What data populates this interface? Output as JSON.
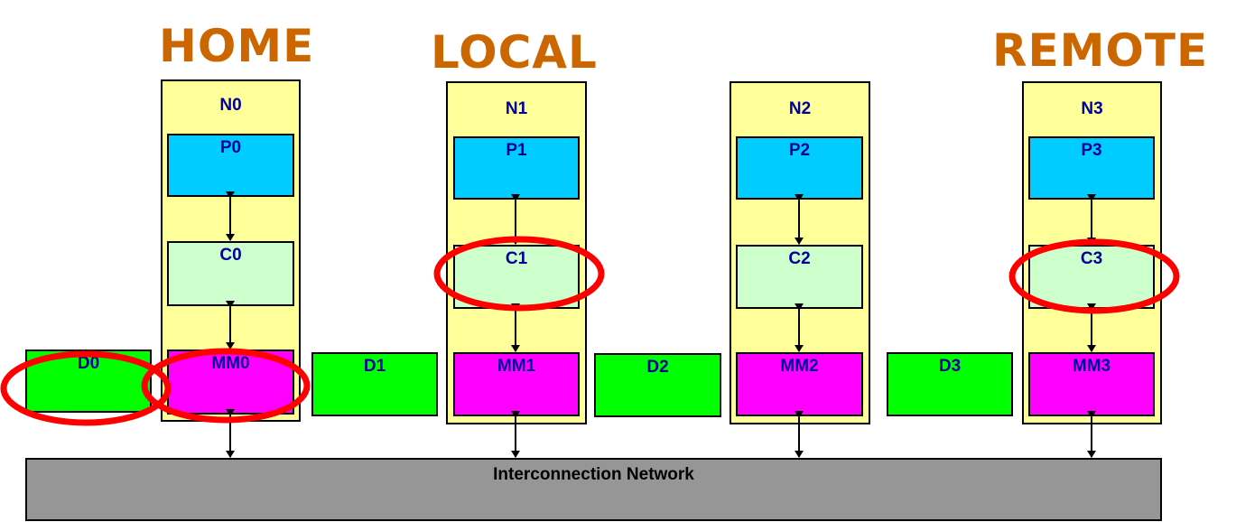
{
  "titles": {
    "home": "HOME",
    "local": "LOCAL",
    "remote": "REMOTE"
  },
  "colors": {
    "title": "#cc6600",
    "node": "#ffff99",
    "processor": "#00ccff",
    "cache": "#ccffcc",
    "memory": "#ff00ff",
    "directory": "#00ff00",
    "network": "#969696",
    "label": "#000099",
    "highlight": "#ff0000"
  },
  "nodes": [
    {
      "label": "N0",
      "processor": "P0",
      "cache": "C0",
      "memory": "MM0",
      "directory": "D0"
    },
    {
      "label": "N1",
      "processor": "P1",
      "cache": "C1",
      "memory": "MM1",
      "directory": "D1"
    },
    {
      "label": "N2",
      "processor": "P2",
      "cache": "C2",
      "memory": "MM2",
      "directory": "D2"
    },
    {
      "label": "N3",
      "processor": "P3",
      "cache": "C3",
      "memory": "MM3",
      "directory": "D3"
    }
  ],
  "network": {
    "label": "Interconnection Network"
  },
  "highlighted": [
    "D0",
    "MM0",
    "C1",
    "C3"
  ]
}
